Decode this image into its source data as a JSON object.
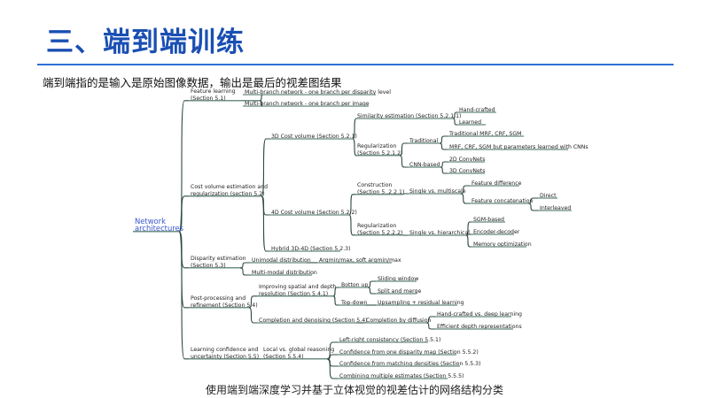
{
  "slide": {
    "title": "三、端到端训练",
    "subtitle": "端到端指的是输入是原始图像数据，输出是最后的视差图结果",
    "caption": "使用端到端深度学习并基于立体视觉的视差估计的网络结构分类",
    "accent_color": "#1a4fb3"
  },
  "tree": {
    "root": [
      "Network",
      "architectures"
    ],
    "fl": [
      "Feature learning",
      "(Section 5.1)"
    ],
    "fl_1": "Multi-branch network - one branch per disparity level",
    "fl_2": "Multi-branch network - one branch per image",
    "cv": [
      "Cost volume estimation and",
      "regularization (section 5.2)"
    ],
    "cv3d": "3D Cost volume (Section 5.2.1)",
    "sim": "Similarity estimation (Section 5.2.1.1)",
    "sim_1": "Hand-crafted",
    "sim_2": "Learned",
    "reg3": [
      "Regularization",
      "(Section 5.2.1.2)"
    ],
    "trad": "Traditional",
    "trad_1": "Traditional MRF, CRF, SGM",
    "trad_2": "MRF, CRF, SGM but parameters learned with CNNs",
    "cnn": "CNN-based",
    "cnn_1": "2D ConvNets",
    "cnn_2": "3D ConvNets",
    "cv4d": "4D Cost volume (Section 5.2.2)",
    "con": [
      "Construction",
      "(Section 5..2.2.1)"
    ],
    "svm": "Single vs. multiscale",
    "svm_1": "Feature difference",
    "fc": "Feature concatenation",
    "fc_1": "Direct",
    "fc_2": "Interleaved",
    "reg4": [
      "Regularization",
      "(Section 5.2.2.2)"
    ],
    "svh": "Single vs. hierarchical",
    "svh_1": "SGM-based",
    "svh_2": "Encoder-decoder",
    "svh_3": "Memory optimization",
    "hyb": "Hybrid 3D-4D (Section 5.2.3)",
    "de": [
      "Disparity estimation",
      "(Section 5.3)"
    ],
    "um": "Unimodal distribution",
    "um_1": "Argmin/max, soft argmin/max",
    "mm": "Multi-modal distribution",
    "pp": [
      "Post-processing and",
      "refinement (Section 5.4)"
    ],
    "isd": [
      "Improving spatial and depth",
      "resolution (Section 5.4.1)"
    ],
    "bu": "Botton up",
    "bu_1": "Sliding window",
    "bu_2": "Split and merge",
    "td": "Top-down",
    "td_1": "Upsampling + residual learning",
    "cd": "Completion and denoising (Section 5.4)",
    "cbd": "Completion by diffusion",
    "cbd_1": "Hand-crafted vs. deep learning",
    "cbd_2": "Efficient depth representations",
    "lc": [
      "Learning confidence and",
      "uncertainty (Section 5.5)"
    ],
    "lvg": [
      "Local vs. global reasoning",
      "(Section 5.5.4)"
    ],
    "lvg_1": "Left-right consistency (Section 5.5.1)",
    "lvg_2": "Confidence from one disparity map (Section 5.5.2)",
    "lvg_3": "Confidence from matching densities (Section 5.5.3)",
    "lvg_4": "Combining multiple estimates (Section 5.5.5)"
  }
}
